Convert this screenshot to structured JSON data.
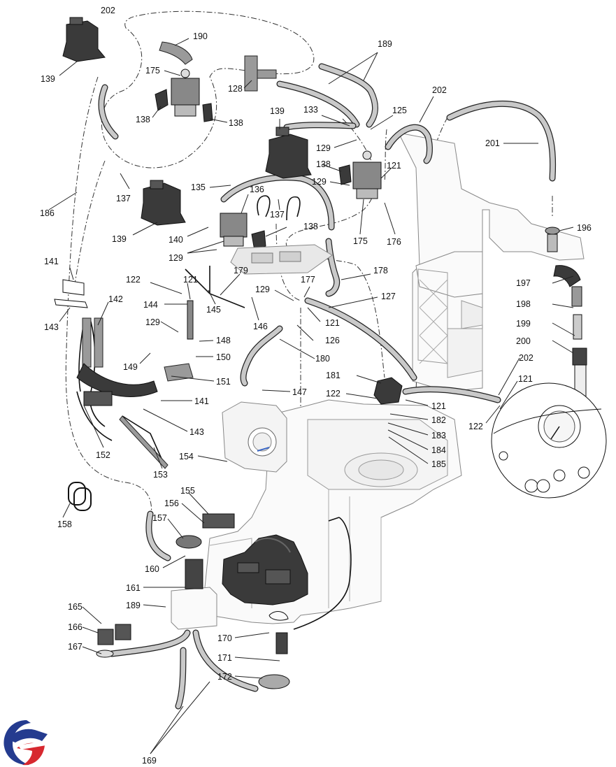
{
  "labels": {
    "l202a": "202",
    "l139a": "139",
    "l190": "190",
    "l175a": "175",
    "l128": "128",
    "l138a": "138",
    "l138b": "138",
    "l189a": "189",
    "l125": "125",
    "l202b": "202",
    "l133": "133",
    "l139b": "139",
    "l129a": "129",
    "l138c": "138",
    "l121a": "121",
    "l201": "201",
    "l137a": "137",
    "l186": "186",
    "l135": "135",
    "l136": "136",
    "l137b": "137",
    "l129b": "129",
    "l139c": "139",
    "l140": "140",
    "l129c": "129",
    "l138d": "138",
    "l175b": "175",
    "l176": "176",
    "l196": "196",
    "l141a": "141",
    "l122a": "122",
    "l121b": "121",
    "l179": "179",
    "l177": "177",
    "l178": "178",
    "l142": "142",
    "l144": "144",
    "l129d": "129",
    "l127": "127",
    "l197": "197",
    "l143a": "143",
    "l145": "145",
    "l146": "146",
    "l121c": "121",
    "l198": "198",
    "l129e": "129",
    "l148": "148",
    "l126": "126",
    "l199": "199",
    "l149": "149",
    "l150": "150",
    "l180": "180",
    "l200": "200",
    "l202c": "202",
    "l181": "181",
    "l121d": "121",
    "l151": "151",
    "l147": "147",
    "l122b": "122",
    "l121e": "121",
    "l141b": "141",
    "l182": "182",
    "l122c": "122",
    "l143b": "143",
    "l183": "183",
    "l184": "184",
    "l152": "152",
    "l185": "185",
    "l154": "154",
    "l153": "153",
    "l155": "155",
    "l156": "156",
    "l158": "158",
    "l157": "157",
    "l160": "160",
    "l161": "161",
    "l165": "165",
    "l189b": "189",
    "l166": "166",
    "l170": "170",
    "l167": "167",
    "l171": "171",
    "l172": "172",
    "l169": "169"
  },
  "colors": {
    "logo_red": "#d7282f",
    "logo_blue": "#243b8f",
    "ink": "#111111"
  },
  "icons": {
    "logo": "brand-logo-icon"
  }
}
